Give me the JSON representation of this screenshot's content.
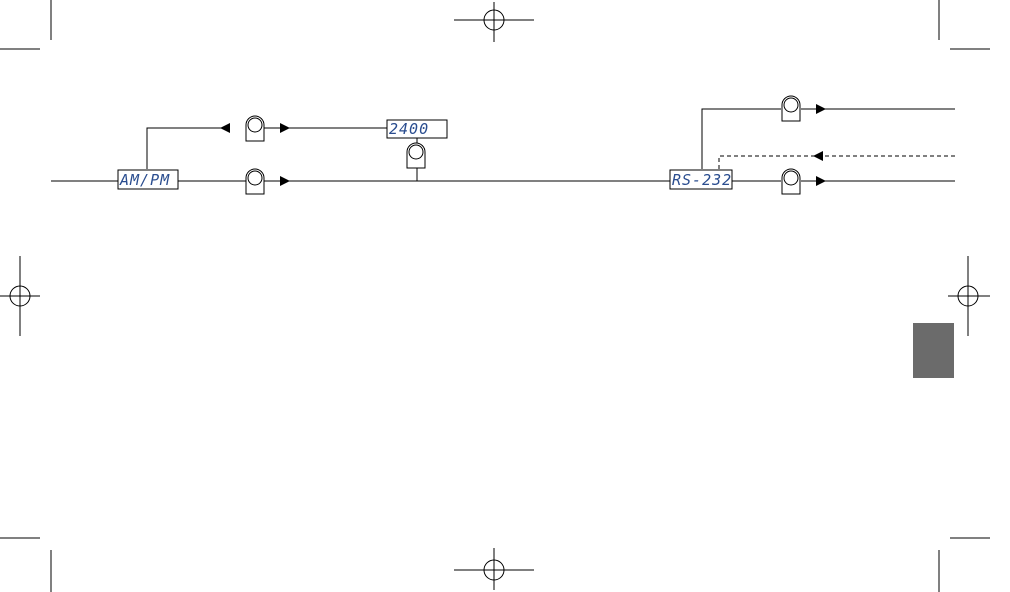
{
  "displays": {
    "ampm": "AM/PM",
    "baud": "2400",
    "interface": "RS-232"
  },
  "icons": {
    "button": "push-button-icon",
    "arrow": "arrow-head-icon",
    "crop_mark": "crop-mark-icon",
    "registration_mark": "registration-target-icon"
  },
  "colors": {
    "line": "#000000",
    "lcd_text": "#2a4d8f",
    "tab": "#6b6b6b"
  }
}
